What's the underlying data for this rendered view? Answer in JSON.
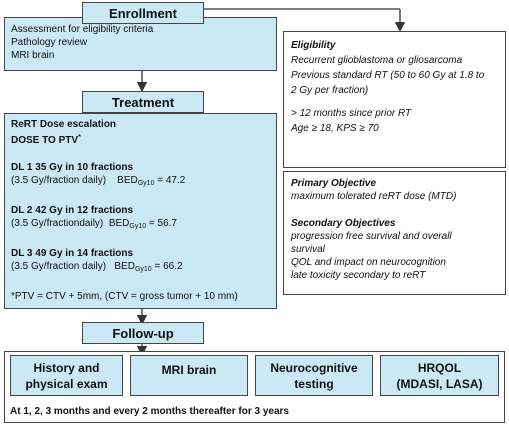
{
  "enrollment": {
    "header": "Enrollment",
    "items": [
      "Assessment for eligibility criteria",
      "Pathology review",
      "MRI brain"
    ]
  },
  "eligibility": {
    "title": "Eligibility",
    "line1": "Recurrent glioblastoma or gliosarcoma",
    "line2": "Previous standard RT (50 to 60 Gy at 1.8 to",
    "line3": "2 Gy per fraction)",
    "line4": "> 12 months since prior RT",
    "line5": "Age ≥ 18, KPS ≥ 70"
  },
  "treatment": {
    "header": "Treatment",
    "title1": "ReRT Dose escalation",
    "title2": "DOSE TO PTV",
    "title2_mark": "*",
    "bed_prefix": "BED",
    "bed_sub": "Gy10",
    "levels": [
      {
        "label": "DL 1  35 Gy in 10 fractions",
        "detail": "(3.5 Gy/fraction daily)",
        "bed_value": " = 47.2"
      },
      {
        "label": "DL 2  42 Gy in 12 fractions",
        "detail": "(3.5 Gy/fractiondaily)",
        "bed_value": " = 56.7"
      },
      {
        "label": "DL 3  49 Gy in 14 fractions",
        "detail": "(3.5 Gy/fraction daily)",
        "bed_value": " = 66.2"
      }
    ],
    "footnote": "*PTV = CTV + 5mm, (CTV = gross tumor + 10 mm)"
  },
  "objectives": {
    "primary_title": "Primary Objective",
    "primary_text": "maximum tolerated reRT dose (MTD)",
    "secondary_title": "Secondary Objectives",
    "secondary_lines": [
      "progression free survival and overall",
      "survival",
      "QOL and impact on neurocognition",
      "late toxicity secondary to reRT"
    ]
  },
  "followup": {
    "header": "Follow-up",
    "boxes": [
      {
        "line1": "History and",
        "line2": "physical exam"
      },
      {
        "line1": "MRI brain",
        "line2": ""
      },
      {
        "line1": "Neurocognitive",
        "line2": "testing"
      },
      {
        "line1": "HRQOL",
        "line2": "(MDASI, LASA)"
      }
    ],
    "schedule": "At 1, 2, 3 months and every 2 months thereafter for 3 years"
  }
}
